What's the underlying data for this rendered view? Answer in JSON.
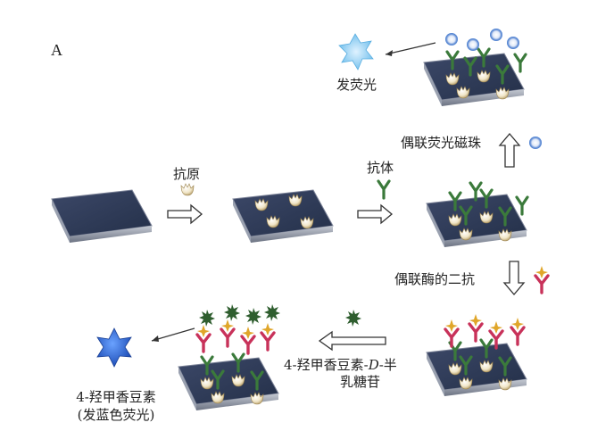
{
  "panel_label": "A",
  "labels": {
    "antigen": "抗原",
    "antibody": "抗体",
    "fluorescent_beads": "偶联荧光磁珠",
    "emit_fluorescence": "发荧光",
    "enzyme_secondary": "偶联酶的二抗",
    "substrate_line1": "4-羟甲香豆素-",
    "substrate_italic": "D",
    "substrate_line1_end": "-半",
    "substrate_line2": "乳糖苷",
    "product_line1": "4-羟甲香豆素",
    "product_line2": "(发蓝色荧光)"
  },
  "colors": {
    "slide_top": "#2f3a59",
    "slide_edge": "#8c93a3",
    "antibody_green": "#3b7a3b",
    "secondary_red": "#c8325a",
    "enzyme_gold": "#e0a62a",
    "bead_blue": "#4a7fd0",
    "blue_product": "#2f6bd6"
  }
}
